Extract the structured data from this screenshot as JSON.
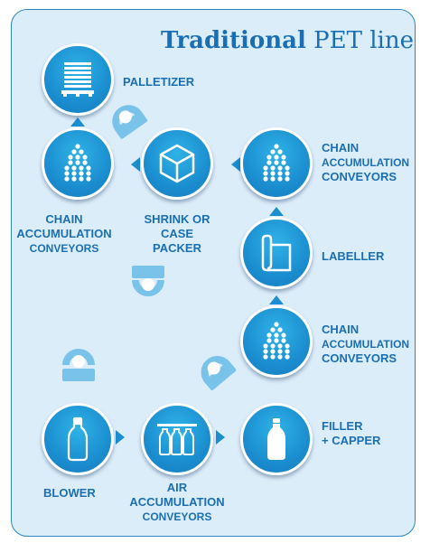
{
  "title": {
    "bold": "Traditional",
    "rest": " PET line"
  },
  "stations": {
    "palletizer": {
      "lines": [
        "PALLETIZER"
      ],
      "icon": "pallet-stack-icon"
    },
    "chain_left": {
      "lines": [
        "CHAIN",
        "ACCUMULATION",
        "CONVEYORS"
      ],
      "icon": "bottle-accumulation-icon"
    },
    "shrink": {
      "lines": [
        "SHRINK OR",
        "CASE",
        "PACKER"
      ],
      "icon": "box-icon"
    },
    "chain_top_right": {
      "lines": [
        "CHAIN",
        "ACCUMULATION",
        "CONVEYORS"
      ],
      "icon": "bottle-accumulation-icon"
    },
    "labeller": {
      "lines": [
        "LABELLER"
      ],
      "icon": "label-roll-icon"
    },
    "chain_mid_right": {
      "lines": [
        "CHAIN",
        "ACCUMULATION",
        "CONVEYORS"
      ],
      "icon": "bottle-accumulation-icon"
    },
    "filler": {
      "lines": [
        "FILLER",
        "+ CAPPER"
      ],
      "icon": "filled-bottle-icon"
    },
    "blower": {
      "lines": [
        "BLOWER"
      ],
      "icon": "empty-bottle-icon"
    },
    "air": {
      "lines": [
        "AIR",
        "ACCUMULATION",
        "CONVEYORS"
      ],
      "icon": "hanging-bottles-icon"
    }
  },
  "colors": {
    "accent": "#1a6fb4",
    "circle": "#1b8ed0",
    "panel": "#dcedfa",
    "operator": "#79c3ea"
  }
}
